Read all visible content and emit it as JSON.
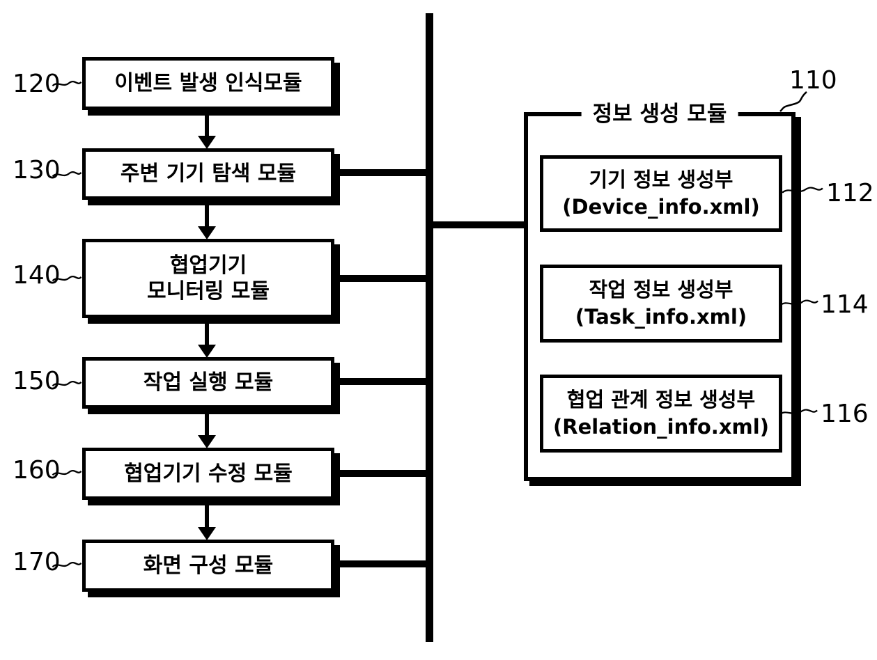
{
  "figure": {
    "left_modules": [
      {
        "ref": "120",
        "label": "이벤트 발생 인식모듈"
      },
      {
        "ref": "130",
        "label": "주변 기기 탐색 모듈"
      },
      {
        "ref": "140",
        "label": "협업기기\n모니터링 모듈"
      },
      {
        "ref": "150",
        "label": "작업 실행 모듈"
      },
      {
        "ref": "160",
        "label": "협업기기 수정 모듈"
      },
      {
        "ref": "170",
        "label": "화면 구성 모듈"
      }
    ],
    "info_module": {
      "ref": "110",
      "title": "정보 생성 모듈",
      "parts": [
        {
          "ref": "112",
          "name": "기기 정보 생성부",
          "file": "(Device_info.xml)"
        },
        {
          "ref": "114",
          "name": "작업 정보 생성부",
          "file": "(Task_info.xml)"
        },
        {
          "ref": "116",
          "name": "협업 관계 정보 생성부",
          "file": "(Relation_info.xml)"
        }
      ]
    },
    "colors": {
      "ink": "#000000",
      "background": "#ffffff"
    }
  }
}
